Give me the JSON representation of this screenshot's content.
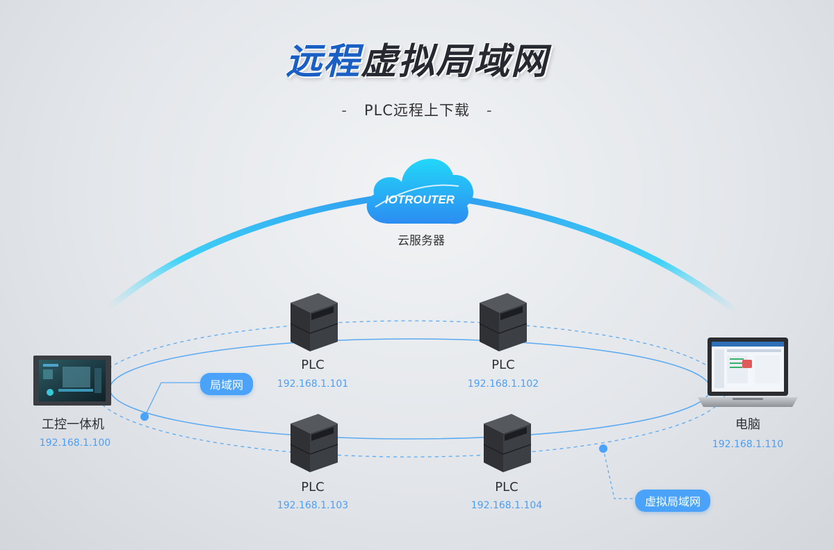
{
  "header": {
    "title_blue": "远程",
    "title_dark": "虚拟局域网",
    "subtitle": "PLC远程上下载",
    "dash_left": "-",
    "dash_right": "-"
  },
  "cloud": {
    "logo_text": "IOTROUTER",
    "label": "云服务器"
  },
  "devices": {
    "hmi": {
      "name": "工控一体机",
      "ip": "192.168.1.100"
    },
    "plc1": {
      "name": "PLC",
      "ip": "192.168.1.101"
    },
    "plc2": {
      "name": "PLC",
      "ip": "192.168.1.102"
    },
    "plc3": {
      "name": "PLC",
      "ip": "192.168.1.103"
    },
    "plc4": {
      "name": "PLC",
      "ip": "192.168.1.104"
    },
    "pc": {
      "name": "电脑",
      "ip": "192.168.1.110"
    }
  },
  "badges": {
    "lan": "局域网",
    "vlan": "虚拟局域网"
  },
  "colors": {
    "accent": "#4aa3f8",
    "title_blue": "#1a5fc4",
    "arc_cyan": "#2fd0f5",
    "line_blue": "#5aaaf2"
  }
}
